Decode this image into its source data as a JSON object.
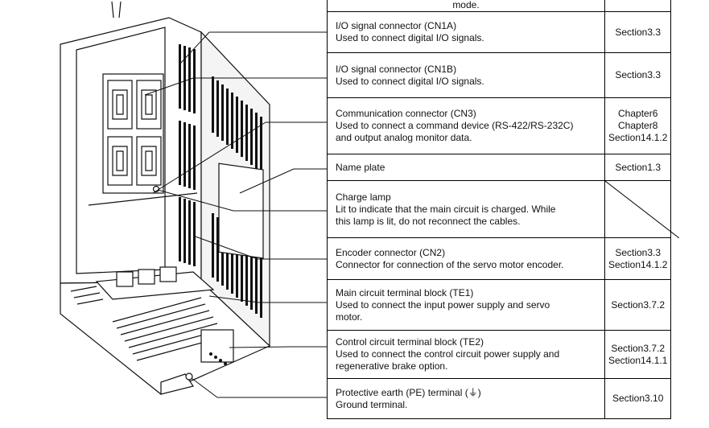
{
  "top_partial": {
    "text": "mode."
  },
  "parts": [
    {
      "id": "cn1a",
      "lines": [
        "I/O signal connector (CN1A)",
        "Used to connect digital I/O signals."
      ],
      "refs": [
        "Section3.3"
      ]
    },
    {
      "id": "cn1b",
      "lines": [
        "I/O signal connector (CN1B)",
        "Used to connect digital I/O signals."
      ],
      "refs": [
        "Section3.3"
      ]
    },
    {
      "id": "cn3",
      "lines": [
        "Communication connector (CN3)",
        "Used to connect a command device (RS-422/RS-232C)",
        "and output analog monitor data."
      ],
      "refs": [
        "Chapter6",
        "Chapter8",
        "Section14.1.2"
      ]
    },
    {
      "id": "nameplate",
      "lines": [
        "Name plate"
      ],
      "refs": [
        "Section1.3"
      ]
    },
    {
      "id": "charge-lamp",
      "lines": [
        "Charge lamp",
        "Lit to indicate that the main circuit is charged. While",
        "this lamp is lit, do not reconnect the cables."
      ],
      "refs": []
    },
    {
      "id": "cn2",
      "lines": [
        "Encoder connector (CN2)",
        "Connector for connection of the servo motor encoder."
      ],
      "refs": [
        "Section3.3",
        "Section14.1.2"
      ]
    },
    {
      "id": "te1",
      "lines": [
        "Main circuit terminal block (TE1)",
        "Used to connect the input power supply and servo",
        "motor."
      ],
      "refs": [
        "Section3.7.2"
      ]
    },
    {
      "id": "te2",
      "lines": [
        "Control circuit terminal block (TE2)",
        "Used to connect the control circuit power supply and",
        "regenerative brake option."
      ],
      "refs": [
        "Section3.7.2",
        "Section14.1.1"
      ]
    },
    {
      "id": "pe",
      "lines": [
        "Protective earth (PE) terminal (⏚)",
        "Ground terminal."
      ],
      "refs": [
        "Section3.10"
      ]
    }
  ]
}
